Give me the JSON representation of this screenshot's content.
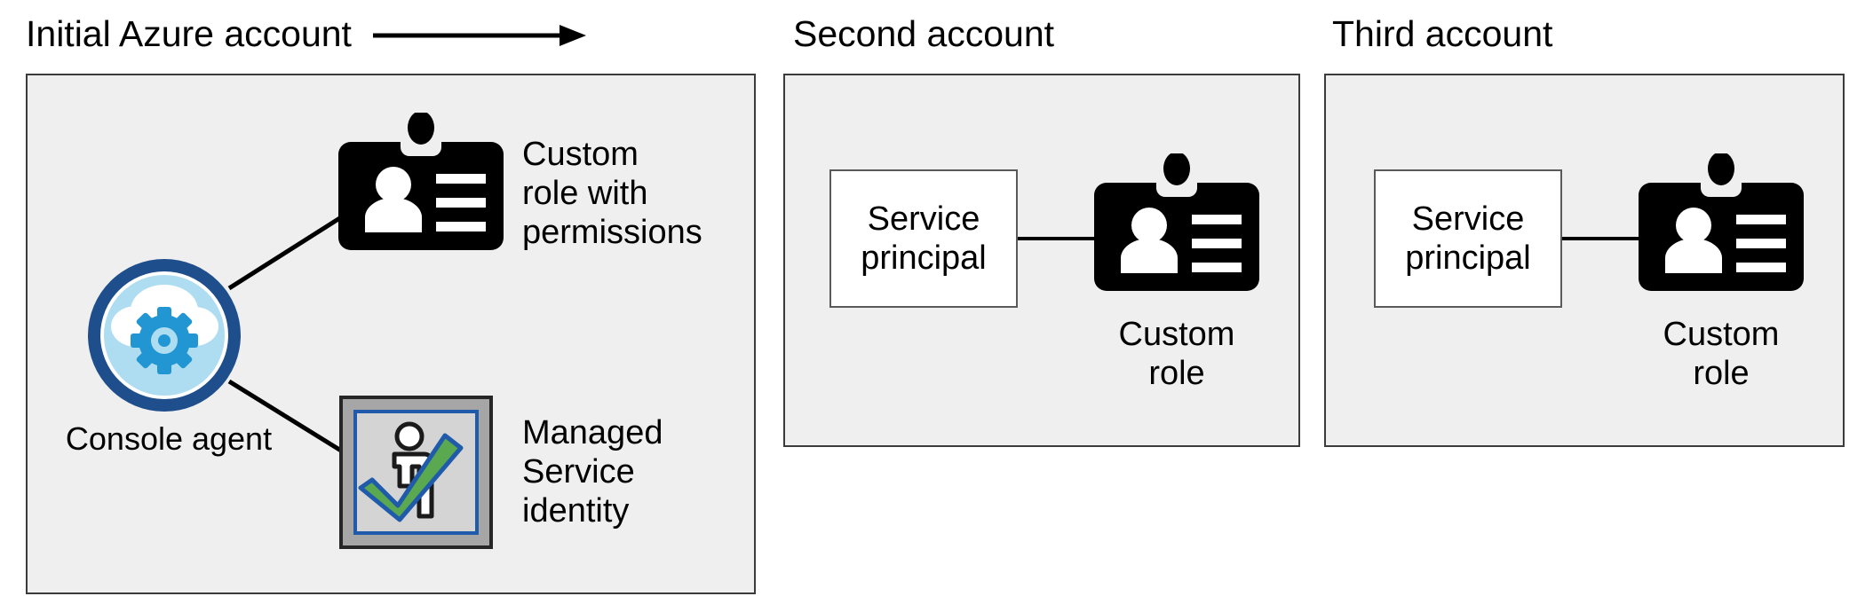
{
  "diagram": {
    "title_row": {
      "initial_account": "Initial Azure account",
      "second_account": "Second account",
      "third_account": "Third account",
      "flow_arrow_icon": "right-arrow-icon"
    },
    "colors": {
      "panel_fill": "#efefef",
      "panel_border": "#3b3b3b",
      "page_background": "#ffffff",
      "badge_black": "#000000",
      "agent_ring_blue": "#1f4e8c",
      "agent_inner_blue": "#aedcf0",
      "agent_gear_blue": "#2196d3",
      "agent_cloud_white": "#ffffff",
      "msi_frame_gray": "#a6a6a6",
      "msi_frame_border": "#262626",
      "msi_inner_border_blue": "#1f5baa",
      "msi_inner_fill": "#d4d4d4",
      "msi_check_green": "#5aa84f",
      "msi_person_white": "#ffffff",
      "sp_box_fill": "#ffffff",
      "sp_box_border": "#5a5a5a",
      "connector_line": "#000000"
    },
    "panels": [
      {
        "id": "initial-azure-account",
        "heading": "Initial Azure account",
        "nodes": [
          {
            "id": "console-agent",
            "label": "Console agent",
            "icon": "cloud-gear-icon"
          },
          {
            "id": "custom-role-with-permissions",
            "label": "Custom\nrole with\npermissions",
            "label_lines": [
              "Custom",
              "role with",
              "permissions"
            ],
            "icon": "id-badge-icon"
          },
          {
            "id": "managed-service-identity",
            "label": "Managed\nService\nidentity",
            "label_lines": [
              "Managed",
              "Service",
              "identity"
            ],
            "icon": "managed-identity-icon"
          }
        ],
        "connections": [
          {
            "from": "console-agent",
            "to": "custom-role-with-permissions"
          },
          {
            "from": "console-agent",
            "to": "managed-service-identity"
          }
        ]
      },
      {
        "id": "second-account",
        "heading": "Second account",
        "nodes": [
          {
            "id": "service-principal-second",
            "label": "Service\nprincipal",
            "label_lines": [
              "Service",
              "principal"
            ],
            "icon": "box-node"
          },
          {
            "id": "custom-role-second",
            "label": "Custom\nrole",
            "label_lines": [
              "Custom",
              "role"
            ],
            "icon": "id-badge-icon"
          }
        ],
        "connections": [
          {
            "from": "service-principal-second",
            "to": "custom-role-second"
          }
        ]
      },
      {
        "id": "third-account",
        "heading": "Third account",
        "nodes": [
          {
            "id": "service-principal-third",
            "label": "Service\nprincipal",
            "label_lines": [
              "Service",
              "principal"
            ],
            "icon": "box-node"
          },
          {
            "id": "custom-role-third",
            "label": "Custom\nrole",
            "label_lines": [
              "Custom",
              "role"
            ],
            "icon": "id-badge-icon"
          }
        ],
        "connections": [
          {
            "from": "service-principal-third",
            "to": "custom-role-third"
          }
        ]
      }
    ],
    "labels": {
      "console_agent": "Console agent",
      "custom_role_with_permissions_l1": "Custom",
      "custom_role_with_permissions_l2": "role with",
      "custom_role_with_permissions_l3": "permissions",
      "managed_service_identity_l1": "Managed",
      "managed_service_identity_l2": "Service",
      "managed_service_identity_l3": "identity",
      "service_principal_l1": "Service",
      "service_principal_l2": "principal",
      "custom_role_l1": "Custom",
      "custom_role_l2": "role"
    }
  }
}
